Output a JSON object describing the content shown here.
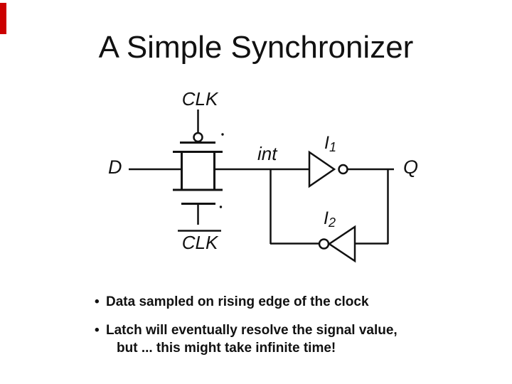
{
  "slide": {
    "title": "A Simple Synchronizer",
    "bullets": [
      {
        "marker": "•",
        "line1": "Data sampled on rising edge of the clock"
      },
      {
        "marker": "•",
        "line1": "Latch will eventually resolve the signal value,",
        "line2": "but ... this might take infinite time!"
      }
    ]
  },
  "diagram": {
    "labels": {
      "clk_top": "CLK",
      "clk_bottom": "CLK",
      "data_input": "D",
      "internal_node": "int",
      "output": "Q",
      "inverter1_base": "I",
      "inverter1_sub": "1",
      "inverter2_base": "I",
      "inverter2_sub": "2"
    }
  },
  "colors": {
    "background": "#ffffff",
    "ink": "#111111",
    "corner_mark": "#cc0000"
  }
}
